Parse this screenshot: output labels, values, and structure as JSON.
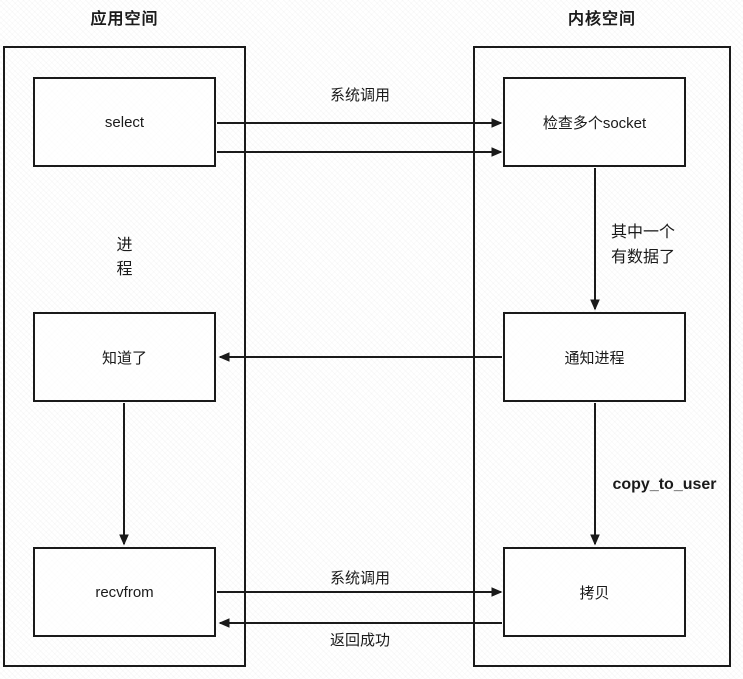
{
  "diagram": {
    "left_title": "应用空间",
    "right_title": "内核空间",
    "nodes": {
      "select": "select",
      "check_sockets": "检查多个socket",
      "got_it": "知道了",
      "notify_process": "通知进程",
      "recvfrom": "recvfrom",
      "copy": "拷贝"
    },
    "labels": {
      "process": "进\n程",
      "syscall_top": "系统调用",
      "one_socket_has_data": "其中一个\n有数据了",
      "copy_to_user": "copy_to_user",
      "syscall_bottom": "系统调用",
      "return_success": "返回成功"
    },
    "colors": {
      "stroke": "#1a1a1a",
      "background": "#ffffff",
      "text": "#1a1a1a"
    }
  }
}
